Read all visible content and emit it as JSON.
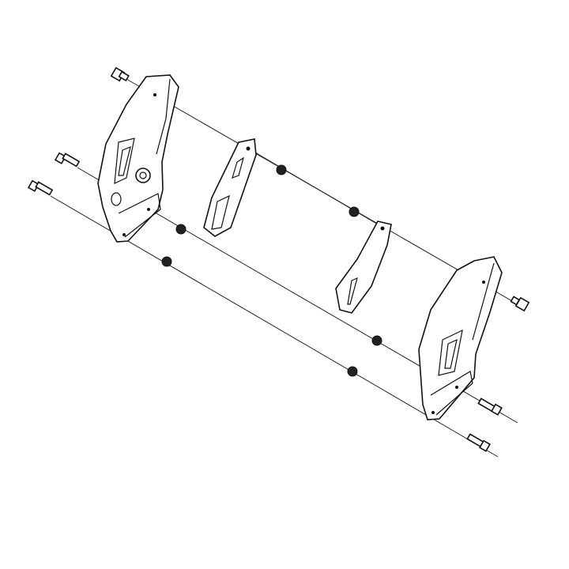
{
  "colors": {
    "line": "#111111",
    "background": "#ffffff"
  },
  "parts": {
    "brackets": [
      "left-mount-bracket",
      "right-mount-bracket"
    ],
    "plates": [
      "slotted-plate-left",
      "slotted-plate-right"
    ],
    "nut_count": 6,
    "bolt_count": 6
  }
}
